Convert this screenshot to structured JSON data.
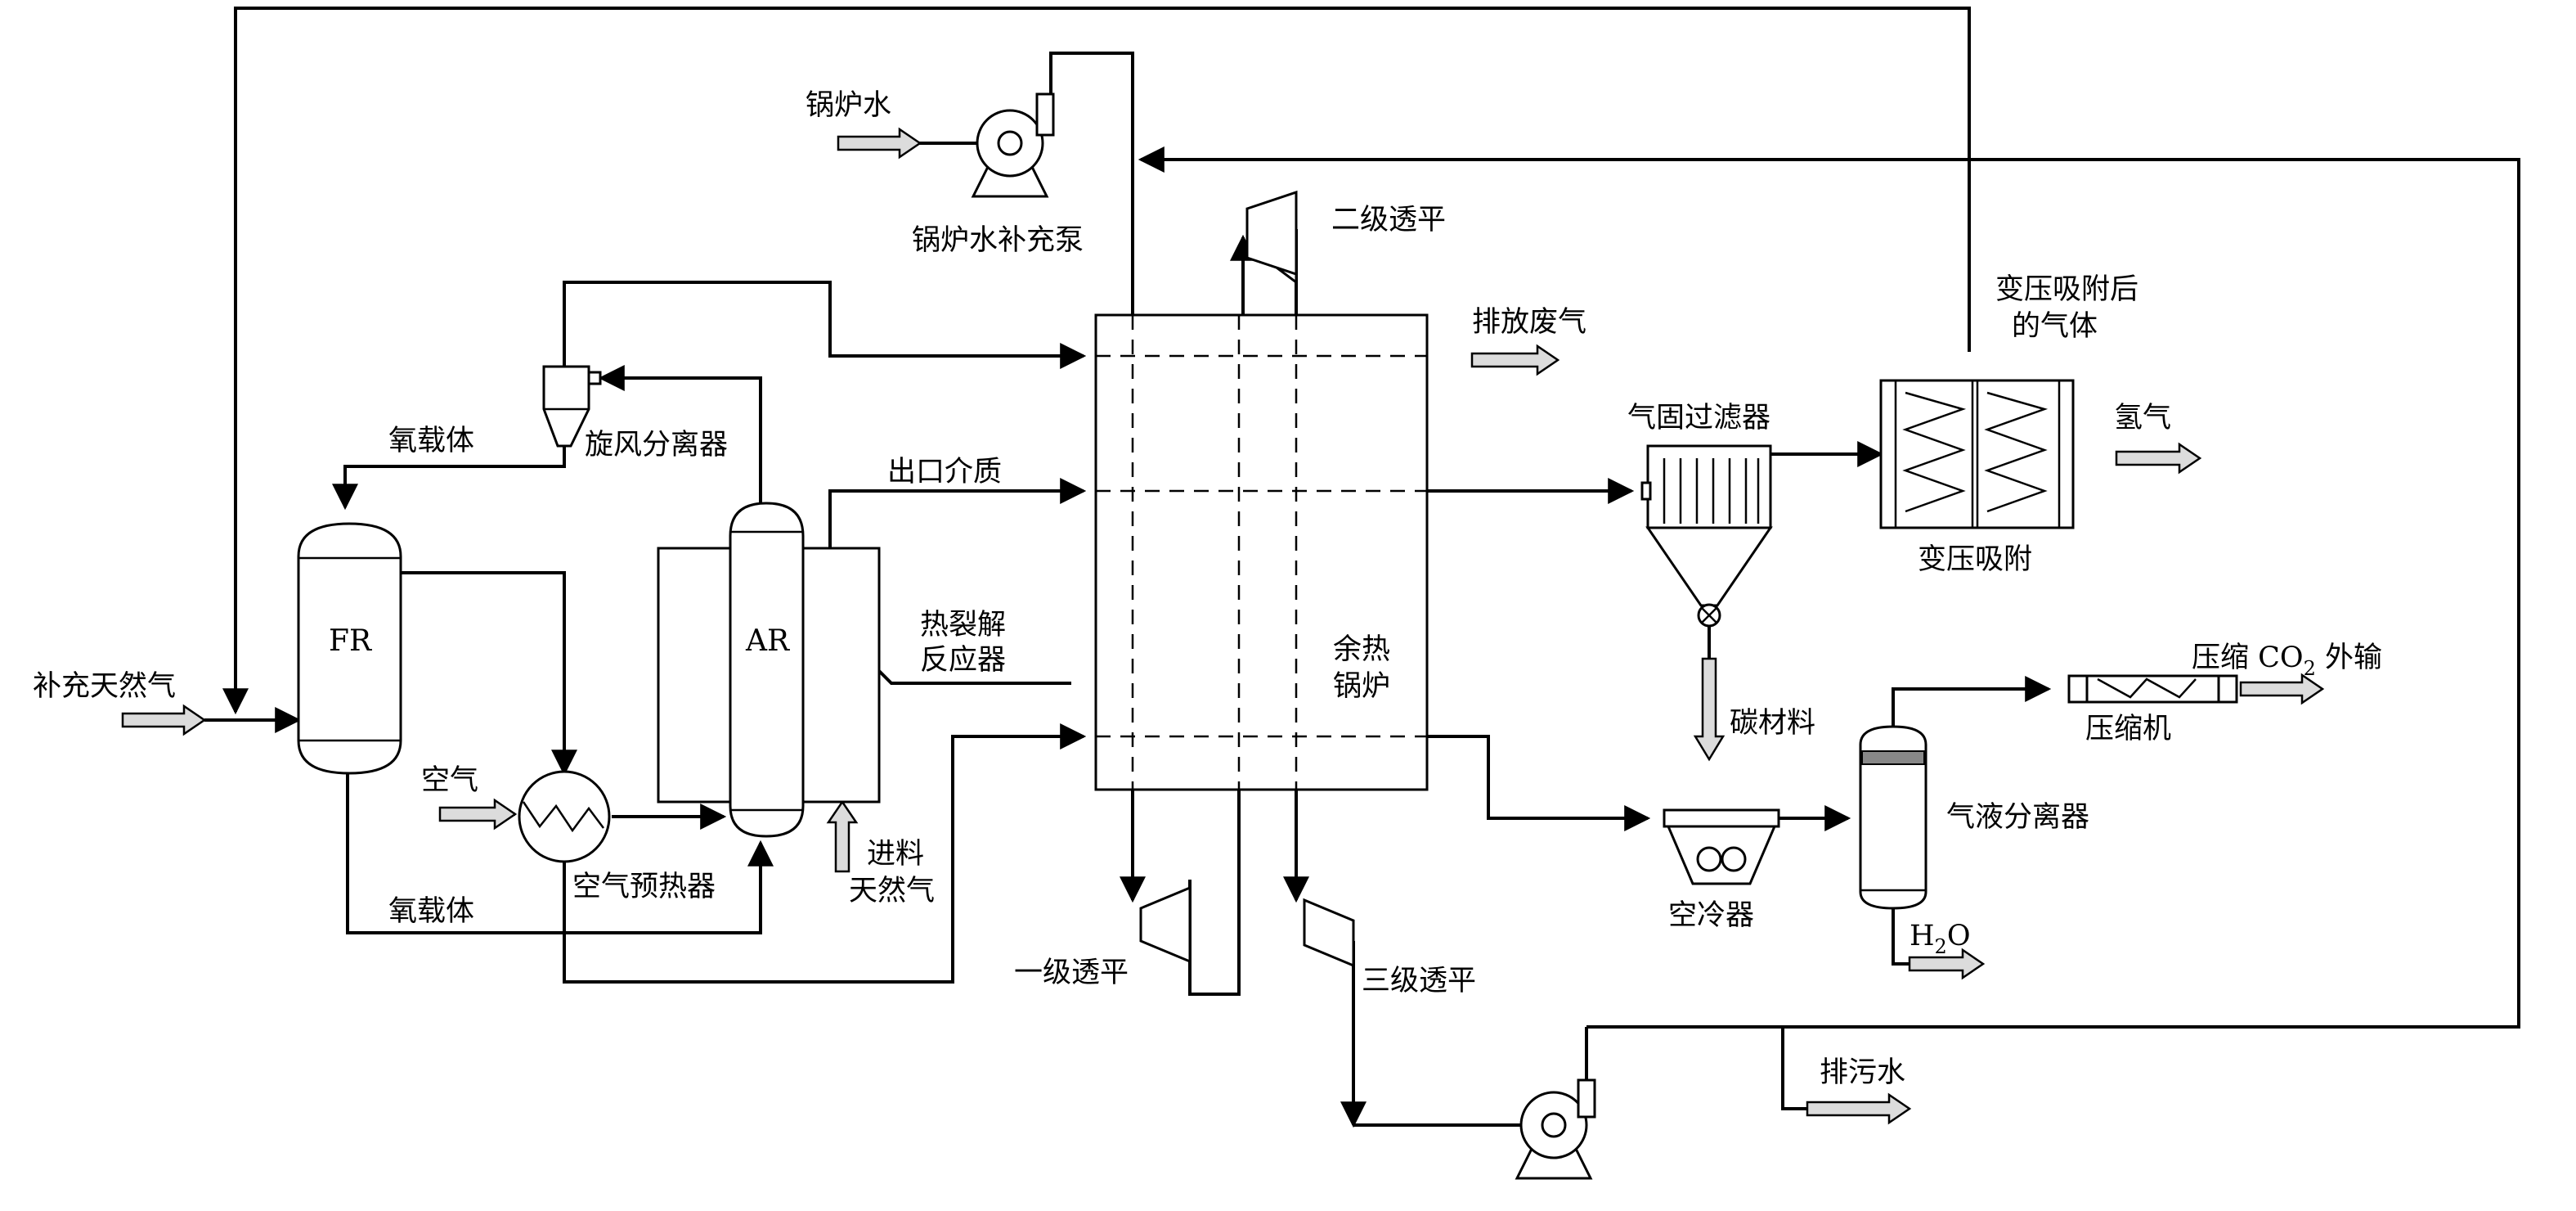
{
  "labels": {
    "boiler_water": "锅炉水",
    "boiler_water_pump": "锅炉水补充泵",
    "second_turbine": "二级透平",
    "exhaust_gas": "排放废气",
    "after_psa_gas_line1": "变压吸附后",
    "after_psa_gas_line2": "的气体",
    "oxygen_carrier_top": "氧载体",
    "cyclone": "旋风分离器",
    "gas_solid_filter": "气固过滤器",
    "hydrogen": "氢气",
    "outlet_medium": "出口介质",
    "psa": "变压吸附",
    "fr": "FR",
    "ar": "AR",
    "pyrolysis_line1": "热裂解",
    "pyrolysis_line2": "反应器",
    "makeup_natural_gas": "补充天然气",
    "waste_heat_line1": "余热",
    "waste_heat_line2": "锅炉",
    "carbon_material": "碳材料",
    "compress_prefix": "压缩 CO",
    "compress_sub": "2",
    "compress_suffix": " 外输",
    "compressor": "压缩机",
    "air": "空气",
    "gas_liquid_separator": "气液分离器",
    "oxygen_carrier_bottom": "氧载体",
    "air_preheater": "空气预热器",
    "feed_line1": "进料",
    "feed_line2": "天然气",
    "air_cooler": "空冷器",
    "water_h": "H",
    "water_sub": "2",
    "water_o": "O",
    "first_turbine": "一级透平",
    "third_turbine": "三级透平",
    "blowdown_water": "排污水"
  }
}
